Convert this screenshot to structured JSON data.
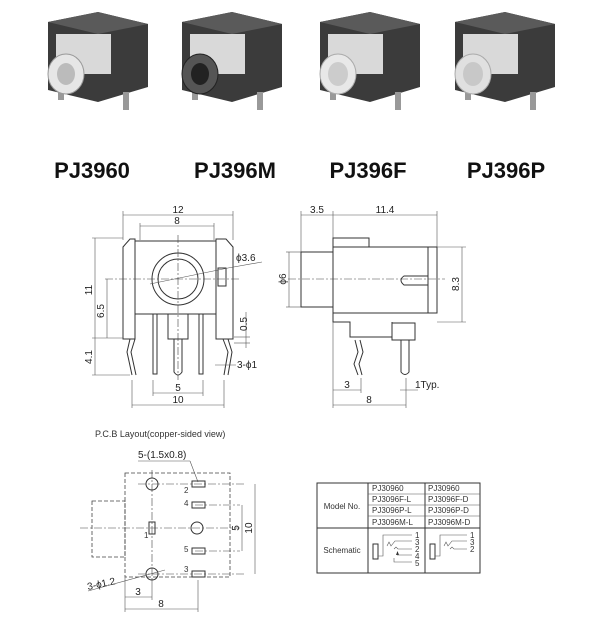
{
  "models": [
    "PJ3960",
    "PJ396M",
    "PJ396F",
    "PJ396P"
  ],
  "front_view": {
    "width_outer": "12",
    "width_inner": "8",
    "hole_dia": "ϕ3.6",
    "height": "11",
    "center_height": "6.5",
    "pin_len": "4.1",
    "offset": "0.5",
    "pins": "3-ϕ1",
    "pin_pitch": "5",
    "pin_span": "10"
  },
  "side_view": {
    "barrel_len": "3.5",
    "body_len": "11.4",
    "barrel_dia": "ϕ6",
    "body_height": "8.3",
    "pin_offset": "3",
    "pin_span": "8",
    "pin_width": "1Typ."
  },
  "pcb": {
    "title": "P.C.B Layout(copper-sided view)",
    "pads": "5-(1.5x0.8)",
    "holes": "3-ϕ1.2",
    "pin_labels": [
      "1",
      "2",
      "3",
      "4",
      "5"
    ],
    "dim_5": "5",
    "dim_10": "10",
    "dim_3": "3",
    "dim_8": "8"
  },
  "table": {
    "model_label": "Model No.",
    "schematic_label": "Schematic",
    "col1": [
      "PJ30960",
      "PJ3096F-L",
      "PJ3096P-L",
      "PJ3096M-L"
    ],
    "col2": [
      "PJ30960",
      "PJ3096F-D",
      "PJ3096P-D",
      "PJ3096M-D"
    ],
    "schem1_pins": [
      "1",
      "3",
      "2",
      "4",
      "5"
    ],
    "schem2_pins": [
      "1",
      "3",
      "2"
    ]
  }
}
